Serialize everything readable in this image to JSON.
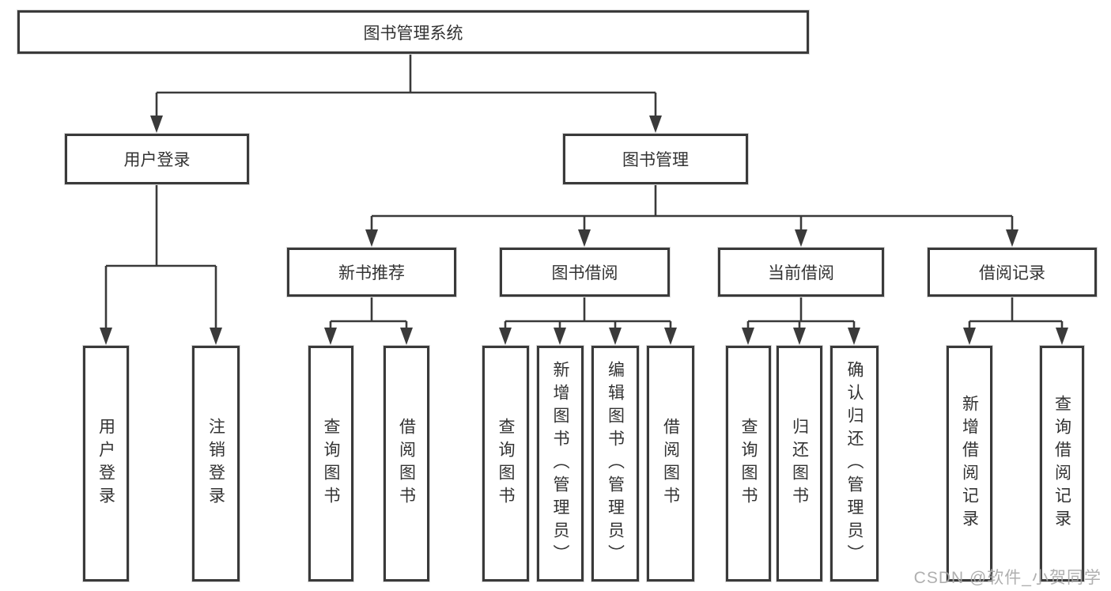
{
  "diagram": {
    "root": "图书管理系统",
    "branches": [
      {
        "label": "用户登录",
        "children": [
          "用户登录",
          "注销登录"
        ]
      },
      {
        "label": "图书管理",
        "children": [
          {
            "label": "新书推荐",
            "children": [
              "查询图书",
              "借阅图书"
            ]
          },
          {
            "label": "图书借阅",
            "children": [
              "查询图书",
              "新增图书（管理员）",
              "编辑图书（管理员）",
              "借阅图书"
            ]
          },
          {
            "label": "当前借阅",
            "children": [
              "查询图书",
              "归还图书",
              "确认归还（管理员）"
            ]
          },
          {
            "label": "借阅记录",
            "children": [
              "新增借阅记录",
              "查询借阅记录"
            ]
          }
        ]
      }
    ]
  },
  "watermark": "CSDN @软件_小贺同学",
  "colors": {
    "line": "#3a3a3a",
    "text": "#333333",
    "watermark": "#a8a8a8",
    "background": "#ffffff"
  }
}
